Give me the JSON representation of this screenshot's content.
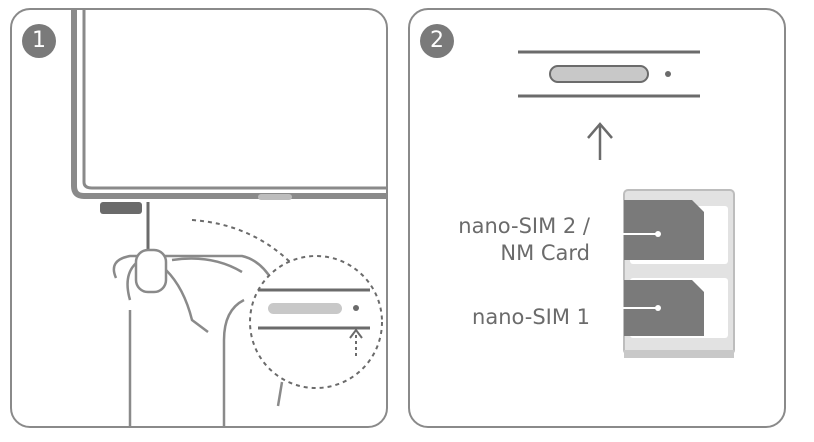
{
  "step1": {
    "number": "1"
  },
  "step2": {
    "number": "2",
    "tray_labels": {
      "sim2_line1": "nano-SIM 2 /",
      "sim2_line2": "NM Card",
      "sim1": "nano-SIM 1"
    }
  },
  "colors": {
    "stroke": "#8a8a8a",
    "dark": "#6b6b6b",
    "light": "#c8c8c8",
    "badge": "#7a7a7a"
  }
}
